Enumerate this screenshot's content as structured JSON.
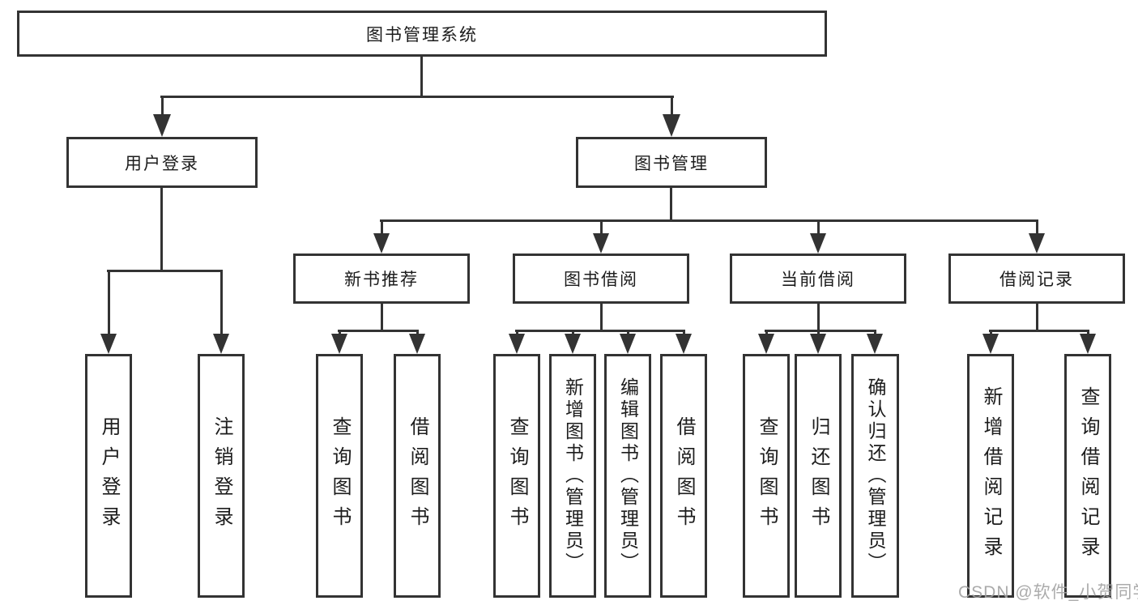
{
  "diagram": {
    "root": {
      "label": "图书管理系统"
    },
    "user_login": {
      "label": "用户登录",
      "leaves": [
        "用户登录",
        "注销登录"
      ]
    },
    "book_management": {
      "label": "图书管理"
    },
    "new_book": {
      "label": "新书推荐",
      "leaves": [
        "查询图书",
        "借阅图书"
      ]
    },
    "borrow": {
      "label": "图书借阅",
      "leaves": [
        "查询图书",
        "新增图书（管理员）",
        "编辑图书（管理员）",
        "借阅图书"
      ]
    },
    "current": {
      "label": "当前借阅",
      "leaves": [
        "查询图书",
        "归还图书",
        "确认归还（管理员）"
      ]
    },
    "records": {
      "label": "借阅记录",
      "leaves": [
        "新增借阅记录",
        "查询借阅记录"
      ]
    },
    "colors": {
      "line": "#333333",
      "text": "#1c1c1c",
      "watermark": "#a2a2a2"
    }
  },
  "watermark": {
    "text": "CSDN @软件_小贺同学"
  }
}
